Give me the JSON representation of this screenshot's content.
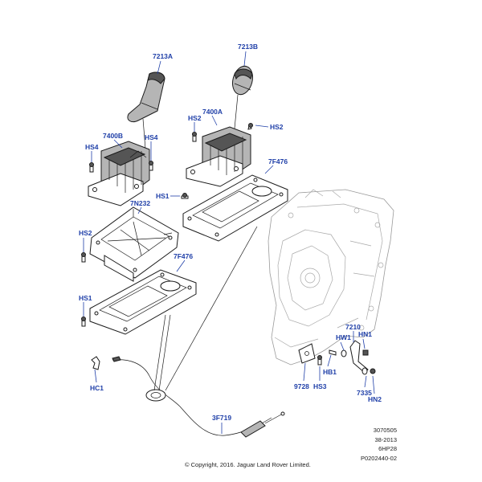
{
  "callouts": {
    "c_7213A": "7213A",
    "c_7213B": "7213B",
    "c_7400B": "7400B",
    "c_7400A": "7400A",
    "c_HS4_left": "HS4",
    "c_HS4_right": "HS4",
    "c_HS2_top_left": "HS2",
    "c_HS2_top_right": "HS2",
    "c_HS1_mid": "HS1",
    "c_7F476_right": "7F476",
    "c_7N232": "7N232",
    "c_HS2_left": "HS2",
    "c_7F476_lower": "7F476",
    "c_HS1_left": "HS1",
    "c_HC1": "HC1",
    "c_3F719": "3F719",
    "c_7210": "7210",
    "c_HW1": "HW1",
    "c_HN1": "HN1",
    "c_HB1": "HB1",
    "c_9728": "9728",
    "c_HS3": "HS3",
    "c_7335": "7335",
    "c_HN2": "HN2"
  },
  "reference": {
    "line1": "3070505",
    "line2": "38-2013",
    "line3": "6HP28",
    "line4": "P0202440-02"
  },
  "copyright": "© Copyright, 2016. Jaguar Land Rover Limited.",
  "colors": {
    "callout": "#1f3fa8",
    "linework": "#1a1a1a",
    "ghost": "#9a9a9a"
  }
}
